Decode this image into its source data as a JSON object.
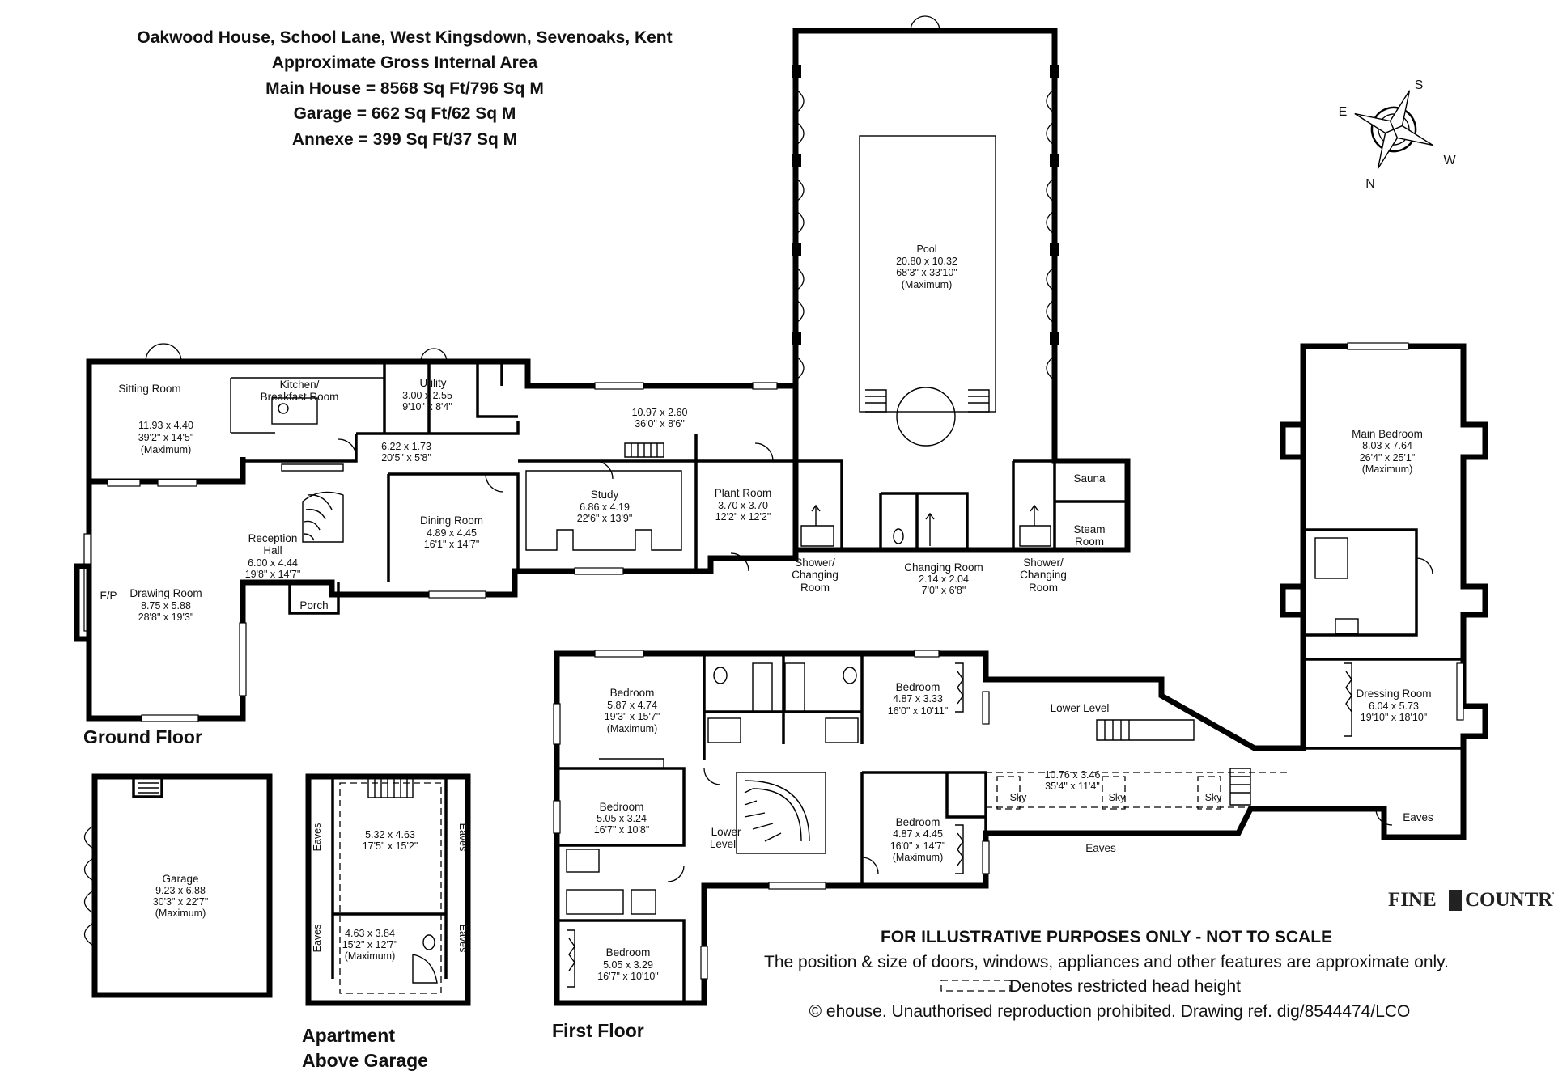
{
  "header": {
    "address": "Oakwood House, School Lane, West Kingsdown, Sevenoaks, Kent",
    "area_title": "Approximate Gross Internal Area",
    "main_house": "Main House = 8568 Sq Ft/796 Sq M",
    "garage": "Garage = 662 Sq Ft/62 Sq M",
    "annexe": "Annexe = 399 Sq Ft/37 Sq M"
  },
  "compass": {
    "n": "N",
    "s": "S",
    "e": "E",
    "w": "W"
  },
  "floors": {
    "ground": "Ground Floor",
    "first": "First Floor",
    "apartment_1": "Apartment",
    "apartment_2": "Above Garage"
  },
  "rooms": {
    "sitting": {
      "name": "Sitting Room",
      "m": "11.93 x 4.40",
      "ft": "39'2\" x 14'5\"",
      "note": "(Maximum)"
    },
    "kitchen": {
      "name_1": "Kitchen/",
      "name_2": "Breakfast Room"
    },
    "utility": {
      "name": "Utility",
      "m": "3.00 x 2.55",
      "ft": "9'10\" x 8'4\""
    },
    "hallway": {
      "m": "6.22 x 1.73",
      "ft": "20'5\" x 5'8\""
    },
    "corridor": {
      "m": "10.97 x 2.60",
      "ft": "36'0\" x 8'6\""
    },
    "reception": {
      "name_1": "Reception",
      "name_2": "Hall",
      "m": "6.00 x 4.44",
      "ft": "19'8\" x 14'7\""
    },
    "dining": {
      "name": "Dining Room",
      "m": "4.89 x 4.45",
      "ft": "16'1\" x 14'7\""
    },
    "study": {
      "name": "Study",
      "m": "6.86 x 4.19",
      "ft": "22'6\" x 13'9\""
    },
    "plant": {
      "name": "Plant Room",
      "m": "3.70 x 3.70",
      "ft": "12'2\" x 12'2\""
    },
    "pool": {
      "name": "Pool",
      "m": "20.80 x 10.32",
      "ft": "68'3\" x 33'10\"",
      "note": "(Maximum)"
    },
    "shower_l": {
      "l1": "Shower/",
      "l2": "Changing",
      "l3": "Room"
    },
    "changing": {
      "name": "Changing Room",
      "m": "2.14 x 2.04",
      "ft": "7'0\" x 6'8\""
    },
    "shower_r": {
      "l1": "Shower/",
      "l2": "Changing",
      "l3": "Room"
    },
    "sauna": {
      "name": "Sauna"
    },
    "steam": {
      "l1": "Steam",
      "l2": "Room"
    },
    "drawing": {
      "name": "Drawing Room",
      "m": "8.75 x 5.88",
      "ft": "28'8\" x 19'3\"",
      "fp": "F/P"
    },
    "porch": {
      "name": "Porch"
    },
    "garage": {
      "name": "Garage",
      "m": "9.23 x 6.88",
      "ft": "30'3\" x 22'7\"",
      "note": "(Maximum)"
    },
    "apt_main": {
      "m": "5.32 x 4.63",
      "ft": "17'5\" x 15'2\""
    },
    "apt_lower": {
      "m": "4.63 x 3.84",
      "ft": "15'2\" x 12'7\"",
      "note": "(Maximum)"
    },
    "eaves": "Eaves",
    "bed1": {
      "name": "Bedroom",
      "m": "5.87 x 4.74",
      "ft": "19'3\" x 15'7\"",
      "note": "(Maximum)"
    },
    "bed2": {
      "name": "Bedroom",
      "m": "4.87 x 3.33",
      "ft": "16'0\" x 10'11\""
    },
    "bed3": {
      "name": "Bedroom",
      "m": "5.05 x 3.24",
      "ft": "16'7\" x 10'8\""
    },
    "bed4": {
      "name": "Bedroom",
      "m": "4.87 x 4.45",
      "ft": "16'0\" x 14'7\"",
      "note": "(Maximum)"
    },
    "bed5": {
      "name": "Bedroom",
      "m": "5.05 x 3.29",
      "ft": "16'7\" x 10'10\""
    },
    "lower_level": "Lower Level",
    "lower_1": "Lower",
    "lower_2": "Level",
    "landing": {
      "m": "10.76 x 3.46",
      "ft": "35'4\" x 11'4\""
    },
    "sky": "Sky",
    "main_bed": {
      "name": "Main Bedroom",
      "m": "8.03 x 7.64",
      "ft": "26'4\" x 25'1\"",
      "note": "(Maximum)"
    },
    "dressing": {
      "name": "Dressing Room",
      "m": "6.04 x 5.73",
      "ft": "19'10\" x 18'10\""
    }
  },
  "disclaimer": {
    "line1": "FOR ILLUSTRATIVE PURPOSES ONLY - NOT TO SCALE",
    "line2": "The position & size of doors, windows, appliances and other features are approximate only.",
    "line3": "Denotes restricted head height",
    "line4": "© ehouse. Unauthorised reproduction prohibited. Drawing ref. dig/8544474/LCO"
  },
  "logo": {
    "part1": "FINE",
    "part2": "COUNTRY"
  }
}
